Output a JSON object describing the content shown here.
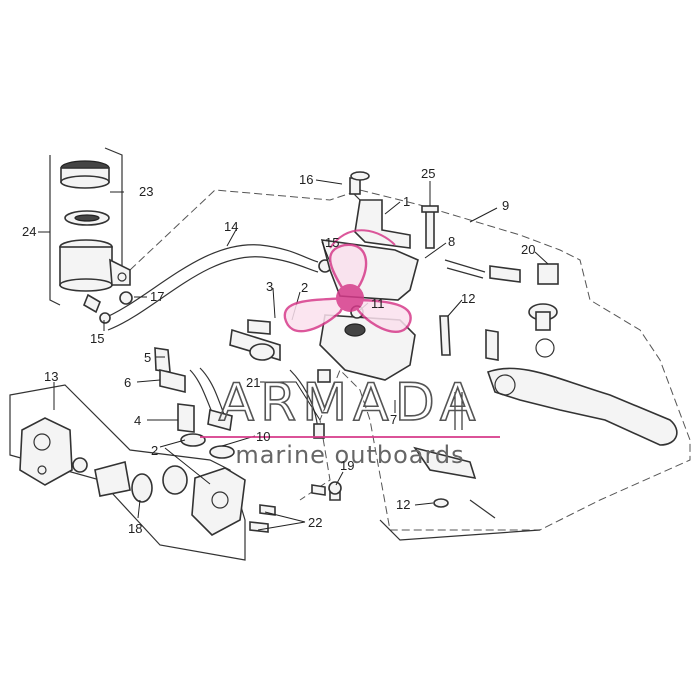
{
  "callouts": {
    "c1": "1",
    "c2a": "2",
    "c2b": "2",
    "c3": "3",
    "c4": "4",
    "c5": "5",
    "c6": "6",
    "c7": "7",
    "c8": "8",
    "c9": "9",
    "c10": "10",
    "c11": "11",
    "c12a": "12",
    "c12b": "12",
    "c13": "13",
    "c14": "14",
    "c15a": "15",
    "c15b": "15",
    "c16": "16",
    "c17": "17",
    "c18": "18",
    "c19": "19",
    "c20": "20",
    "c21": "21",
    "c22": "22",
    "c23": "23",
    "c24": "24",
    "c25": "25"
  },
  "watermark": {
    "brand": "ARMADA",
    "tagline": "marine outboards",
    "accent_color": "#d63a8a"
  }
}
